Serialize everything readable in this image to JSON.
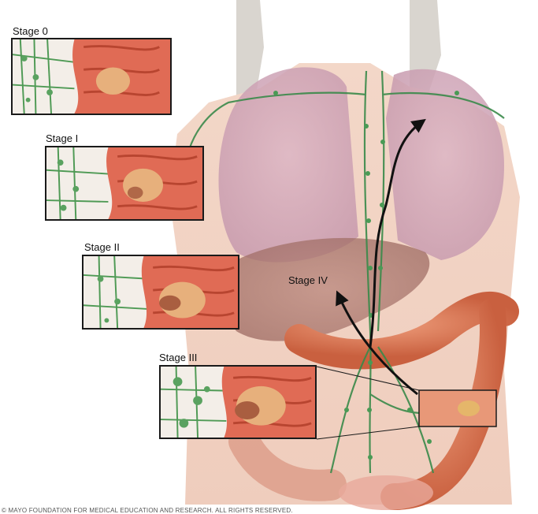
{
  "stages": [
    {
      "label": "Stage 0"
    },
    {
      "label": "Stage I"
    },
    {
      "label": "Stage II"
    },
    {
      "label": "Stage III"
    },
    {
      "label": "Stage IV"
    }
  ],
  "copyright": "© MAYO FOUNDATION FOR MEDICAL EDUCATION AND RESEARCH. ALL RIGHTS RESERVED."
}
